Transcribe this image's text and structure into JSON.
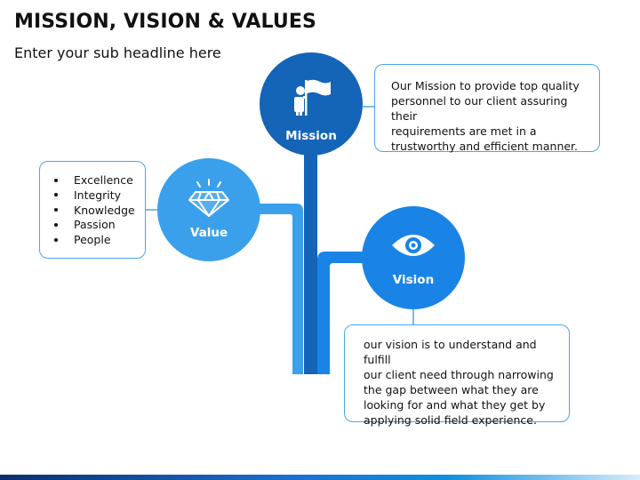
{
  "header": {
    "title": "MISSION, VISION & VALUES",
    "subtitle": "Enter your sub headline here"
  },
  "nodes": {
    "mission": {
      "label": "Mission",
      "icon": "flag-person-icon",
      "color": "#1464b8",
      "text": [
        "Our Mission to provide top quality",
        "personnel to our client assuring their",
        "requirements are met in a",
        "trustworthy and efficient manner."
      ]
    },
    "value": {
      "label": "Value",
      "icon": "diamond-icon",
      "color": "#3aa0ec",
      "items": [
        "Excellence",
        "Integrity",
        "Knowledge",
        "Passion",
        "People"
      ]
    },
    "vision": {
      "label": "Vision",
      "icon": "eye-icon",
      "color": "#1a84e6",
      "text": [
        "our vision is to understand and fulfill",
        "our client need through narrowing",
        "the gap between what they are",
        "looking for and what they get by",
        "applying solid field experience."
      ]
    }
  },
  "colors": {
    "box_border": "#4aa6e8",
    "stem_light": "#3aa0ec",
    "stem_dark": "#1464b8",
    "stem_mid": "#1a84e6"
  }
}
